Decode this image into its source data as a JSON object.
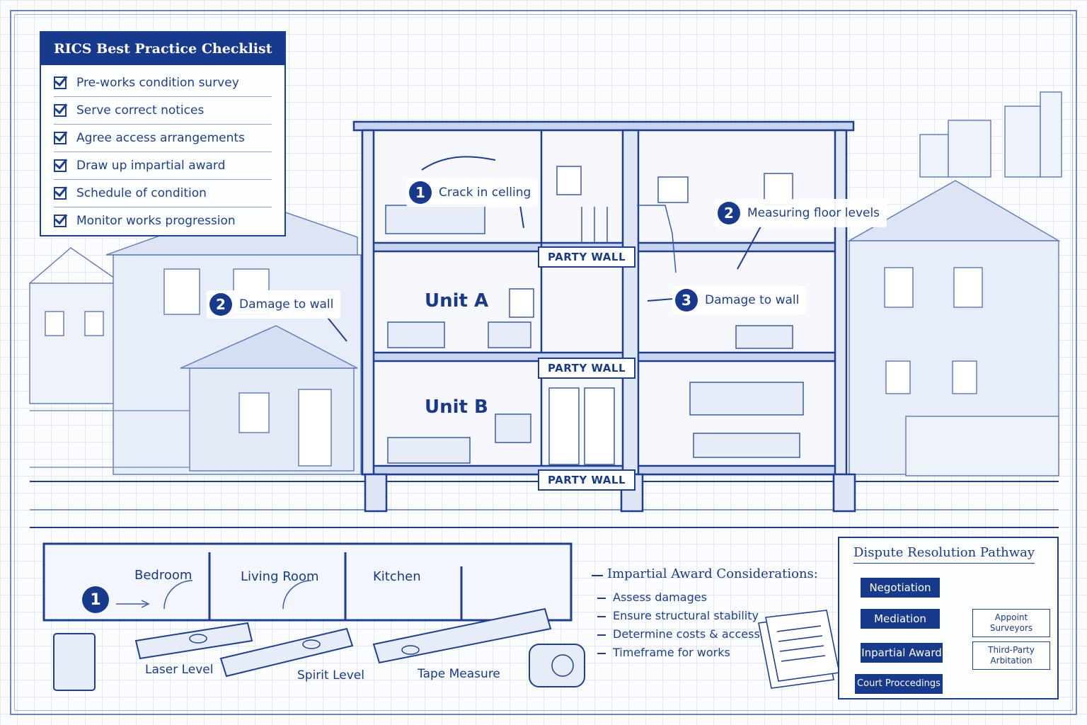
{
  "checklist": {
    "title": "RICS Best Practice Checklist",
    "items": [
      "Pre-works condition survey",
      "Serve correct notices",
      "Agree access arrangements",
      "Draw up impartial award",
      "Schedule of condition",
      "Monitor works progression"
    ]
  },
  "callouts": [
    {
      "num": "1",
      "text": "Crack in celling"
    },
    {
      "num": "2",
      "text": "Measuring floor levels"
    },
    {
      "num": "2",
      "text": "Damage to wall"
    },
    {
      "num": "3",
      "text": "Damage to wall"
    }
  ],
  "party_wall": "PARTY WALL",
  "units": {
    "a": "Unit A",
    "b": "Unit B"
  },
  "floorplan": {
    "marker": "1",
    "rooms": [
      "Bedroom",
      "Living Room",
      "Kitchen"
    ]
  },
  "tools": [
    "Laser Level",
    "Spirit Level",
    "Tape Measure"
  ],
  "award": {
    "title": "Impartial Award Considerations:",
    "items": [
      "Assess damages",
      "Ensure structural stability",
      "Determine costs & access",
      "Timeframe for works"
    ]
  },
  "dispute": {
    "title": "Dispute Resolution Pathway",
    "steps": [
      "Negotiation",
      "Mediation",
      "Inpartial Award",
      "Court Proccedings"
    ],
    "side": [
      "Appoint Surveyors",
      "Third-Party Arbitation"
    ]
  },
  "colors": {
    "ink": "#1c3f94",
    "dark": "#183a8c",
    "paper": "#fbfcfe"
  }
}
